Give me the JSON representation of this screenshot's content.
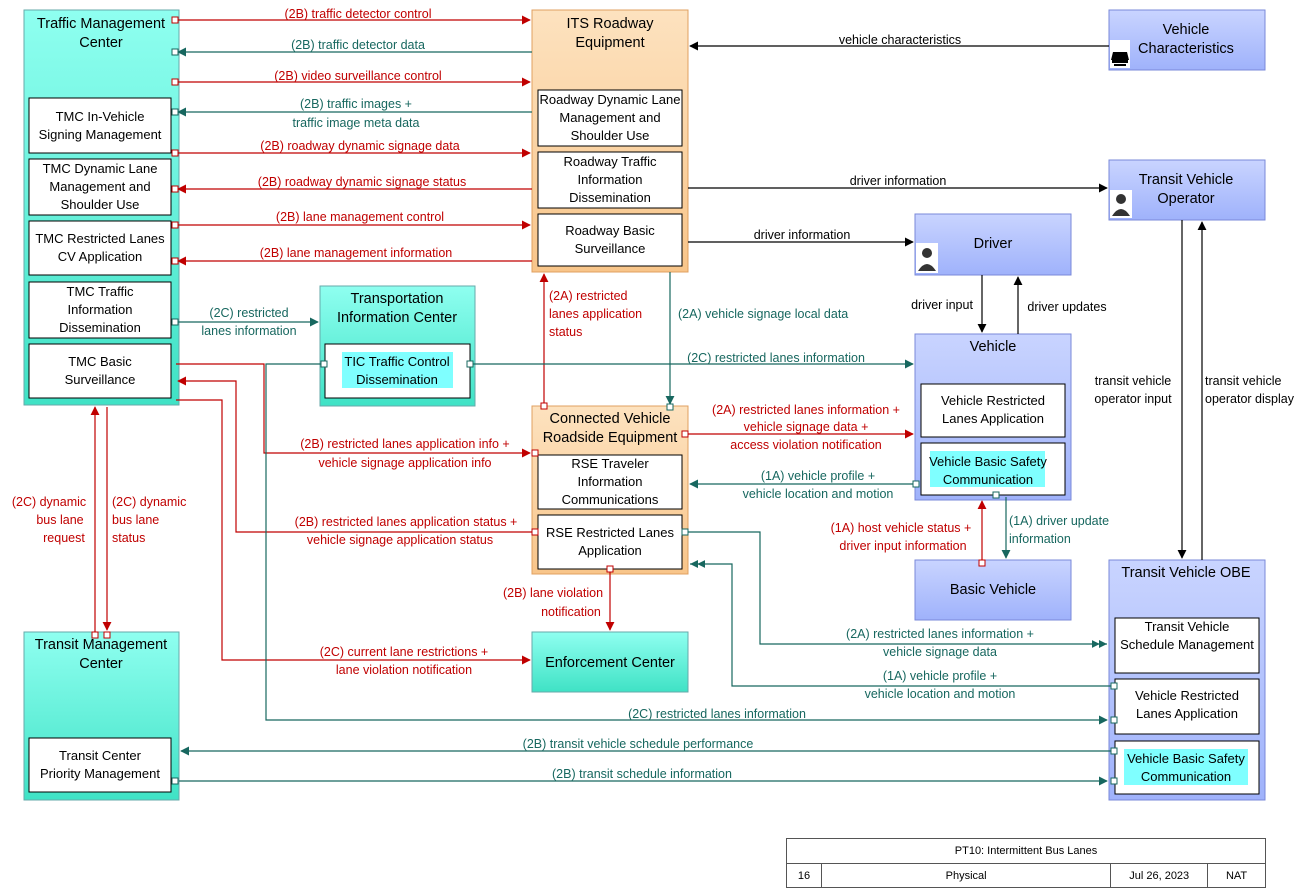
{
  "nodes": {
    "tmc": "Traffic Management Center",
    "tmc_invehicle": "TMC In-Vehicle Signing Management",
    "tmc_dynlane": "TMC Dynamic Lane Management and Shoulder Use",
    "tmc_restricted": "TMC Restricted Lanes CV Application",
    "tmc_tid": "TMC Traffic Information Dissemination",
    "tmc_basic": "TMC Basic Surveillance",
    "its": "ITS Roadway Equipment",
    "its_dynlane": "Roadway Dynamic Lane Management and Shoulder Use",
    "its_tid": "Roadway Traffic Information Dissemination",
    "its_basic": "Roadway Basic Surveillance",
    "vehchar": "Vehicle Characteristics",
    "tvo": "Transit Vehicle Operator",
    "driver": "Driver",
    "tic": "Transportation Information Center",
    "tic_tc": "TIC Traffic Control Dissemination",
    "vehicle": "Vehicle",
    "veh_rla": "Vehicle Restricted Lanes Application",
    "veh_bsc": "Vehicle Basic Safety Communication",
    "cvrse": "Connected Vehicle Roadside Equipment",
    "rse_tic": "RSE Traveler Information Communications",
    "rse_rla": "RSE Restricted Lanes Application",
    "basicveh": "Basic Vehicle",
    "tvobe": "Transit Vehicle OBE",
    "tvobe_sched": "Transit Vehicle Schedule Management",
    "tvobe_rla": "Vehicle Restricted Lanes Application",
    "tvobe_bsc": "Vehicle Basic Safety Communication",
    "trmc": "Transit Management Center",
    "trmc_prio": "Transit Center Priority Management",
    "enf": "Enforcement Center"
  },
  "flows": {
    "f1": "(2B) traffic detector control",
    "f2": "(2B) traffic detector data",
    "f3": "(2B) video surveillance control",
    "f4a": "(2B) traffic images +",
    "f4b": "traffic image meta data",
    "f5": "(2B) roadway dynamic signage data",
    "f6": "(2B) roadway dynamic signage status",
    "f7": "(2B) lane management control",
    "f8": "(2B) lane management information",
    "f9": "vehicle characteristics",
    "f10": "driver information",
    "f11": "driver information",
    "f12a": "(2C) restricted",
    "f12b": "lanes information",
    "f13a": "(2A) restricted",
    "f13b": "lanes application",
    "f13c": "status",
    "f14": "(2A) vehicle signage local data",
    "f15": "driver input",
    "f16": "driver updates",
    "f17": "(2C) restricted lanes information",
    "f18a": "transit vehicle",
    "f18b": "operator input",
    "f19a": "transit vehicle",
    "f19b": "operator display",
    "f20a": "(2A) restricted lanes information +",
    "f20b": "vehicle signage data +",
    "f20c": "access violation notification",
    "f21a": "(2B) restricted lanes application info +",
    "f21b": "vehicle signage application info",
    "f22a": "(1A) vehicle profile +",
    "f22b": "vehicle location and motion",
    "f23a": "(2B) restricted lanes application status +",
    "f23b": "vehicle signage application status",
    "f24a": "(1A) host vehicle status +",
    "f24b": "driver input information",
    "f25a": "(1A) driver update",
    "f25b": "information",
    "f26a": "(2C) dynamic",
    "f26b": "bus lane",
    "f26c": "request",
    "f27a": "(2C) dynamic",
    "f27b": "bus lane",
    "f27c": "status",
    "f28a": "(2B) lane violation",
    "f28b": "notification",
    "f29a": "(2A) restricted lanes information +",
    "f29b": "vehicle signage data",
    "f30a": "(2C) current lane restrictions +",
    "f30b": "lane violation notification",
    "f31a": "(1A) vehicle profile +",
    "f31b": "vehicle location and motion",
    "f32": "(2C) restricted lanes information",
    "f33": "(2B) transit vehicle schedule performance",
    "f34": "(2B) transit schedule information"
  },
  "footer": {
    "title": "PT10: Intermittent Bus Lanes",
    "page": "16",
    "view": "Physical",
    "date": "Jul 26, 2023",
    "org": "NAT"
  },
  "colors": {
    "red_flow": "#c00000",
    "green_flow": "#17675f",
    "center_fill": "#7fffe0",
    "field_fill": "#fcd5a4",
    "vehicle_fill": "#b4c4ff",
    "highlight": "#7fffff"
  }
}
